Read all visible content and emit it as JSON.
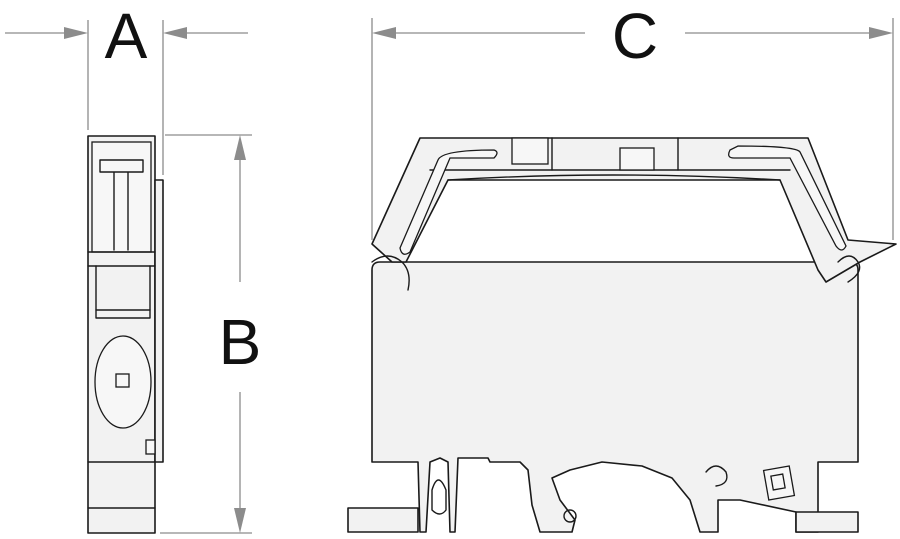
{
  "dimensions": {
    "width_label": "A",
    "height_label": "B",
    "length_label": "C"
  },
  "colors": {
    "dimension_line": "#8c8c8c",
    "outline": "#1a1a1a",
    "part_fill": "#f2f2f2"
  }
}
